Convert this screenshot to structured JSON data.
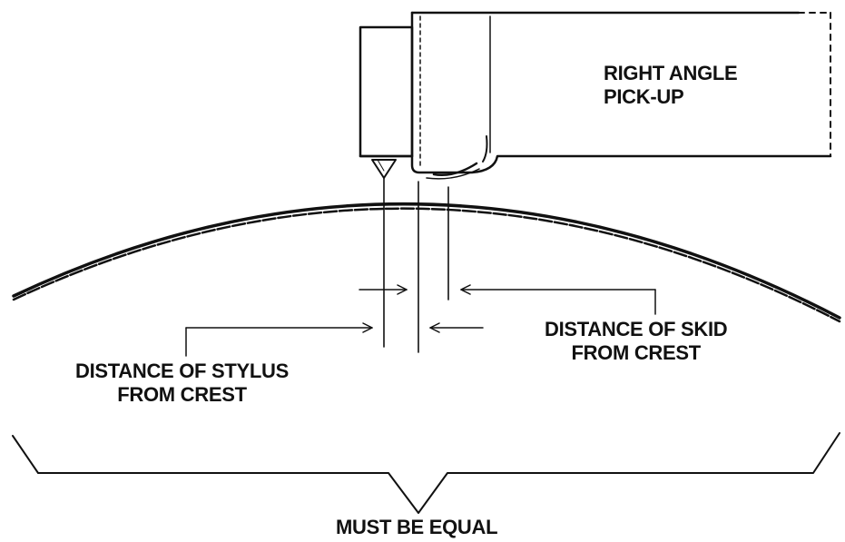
{
  "labels": {
    "pickup": [
      "RIGHT ANGLE",
      "PICK-UP"
    ],
    "stylus_distance": [
      "DISTANCE OF STYLUS",
      "FROM CREST"
    ],
    "skid_distance": [
      "DISTANCE OF SKID",
      "FROM CREST"
    ],
    "must_be_equal": "MUST BE EQUAL"
  },
  "colors": {
    "ink": "#111111",
    "background": "#ffffff"
  }
}
